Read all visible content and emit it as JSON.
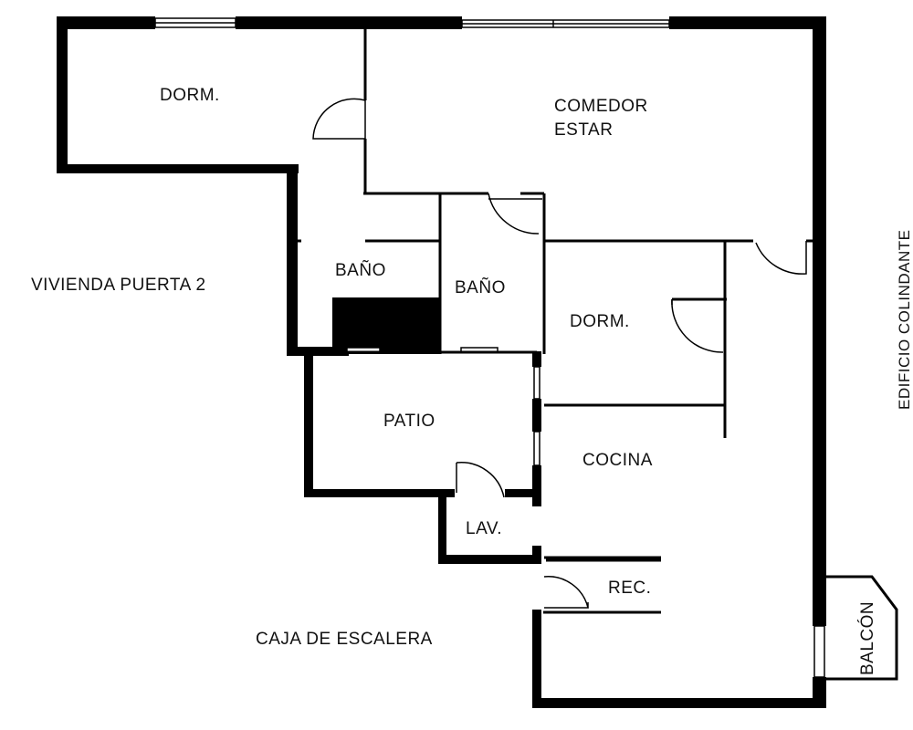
{
  "rooms": {
    "dorm_1": "DORM.",
    "comedor": "COMEDOR",
    "estar": "ESTAR",
    "bano_1": "BAÑO",
    "bano_2": "BAÑO",
    "dorm_2": "DORM.",
    "patio": "PATIO",
    "cocina": "COCINA",
    "lav": "LAV.",
    "rec": "REC.",
    "balcon": "BALCÓN"
  },
  "surroundings": {
    "vivienda": "VIVIENDA PUERTA 2",
    "caja_escalera": "CAJA DE ESCALERA",
    "edificio": "EDIFICIO COLINDANTE"
  },
  "colors": {
    "wall": "#000000",
    "background": "#ffffff",
    "text": "#111111"
  }
}
